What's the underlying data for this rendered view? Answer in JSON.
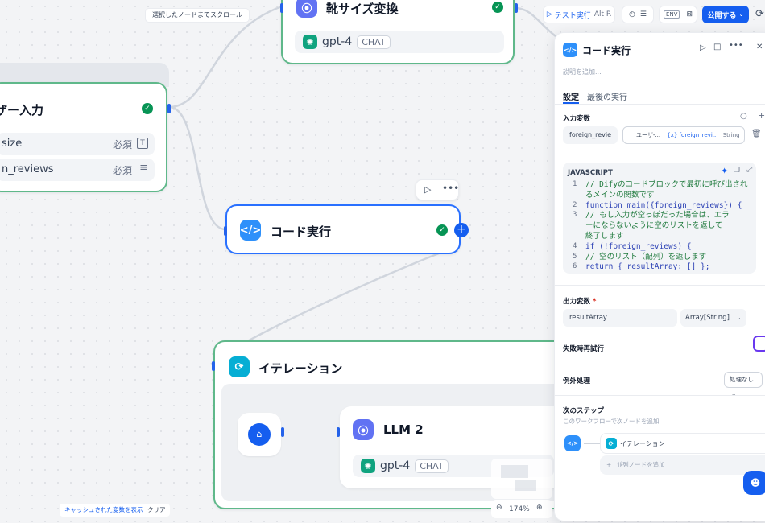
{
  "canvas": {
    "scroll_hint": "選択したノードまでスクロール",
    "cached_vars": "キャッシュされた変数を表示",
    "clear": "クリア",
    "zoom": "174%"
  },
  "topbar": {
    "test_run": "テスト実行",
    "shortcut": "Alt R",
    "env": "ENV",
    "publish": "公開する"
  },
  "nodes": {
    "shoe": {
      "title": "靴サイズ変換",
      "model": "gpt-4",
      "mode": "CHAT"
    },
    "user_input": {
      "title": "ザー入力",
      "vars": [
        {
          "name": "size",
          "required": "必須",
          "type_icon": "T"
        },
        {
          "name": "n_reviews",
          "required": "必須",
          "type_icon": "≡"
        }
      ]
    },
    "code": {
      "title": "コード実行"
    },
    "iteration": {
      "title": "イテレーション"
    },
    "llm2": {
      "title": "LLM 2",
      "model": "gpt-4",
      "mode": "CHAT"
    }
  },
  "panel": {
    "title": "コード実行",
    "desc_placeholder": "説明を追加...",
    "tabs": [
      "設定",
      "最後の実行"
    ],
    "input_label": "入力変数",
    "input_var": {
      "name": "foreiqn_revie",
      "source": "ユーザ-...",
      "var": "{x} foreign_revi...",
      "type": "String"
    },
    "lang": "JAVASCRIPT",
    "code_lines": [
      {
        "n": "1",
        "text": "// Difyのコードブロックで最初に呼び出され",
        "cls": "cm"
      },
      {
        "n": "",
        "text": "るメインの関数です",
        "cls": "cm"
      },
      {
        "n": "2",
        "text": "function main({foreign_reviews}) {",
        "cls": "kw"
      },
      {
        "n": "3",
        "text": "  // もし入力が空っぽだった場合は、エラ",
        "cls": "cm"
      },
      {
        "n": "",
        "text": "  ーにならないように空のリストを返して",
        "cls": "cm"
      },
      {
        "n": "",
        "text": "  終了します",
        "cls": "cm"
      },
      {
        "n": "4",
        "text": "  if (!foreign_reviews) {",
        "cls": "kw"
      },
      {
        "n": "5",
        "text": "    // 空のリスト（配列）を返します",
        "cls": "cm"
      },
      {
        "n": "6",
        "text": "    return { resultArray: [] };",
        "cls": "kw"
      }
    ],
    "output_label": "出力変数",
    "output_req": "*",
    "output_var": {
      "name": "resultArray",
      "type": "Array[String]"
    },
    "retry_label": "失敗時再試行",
    "error_label": "例外処理",
    "error_value": "処理なし",
    "next_label": "次のステップ",
    "next_desc": "このワークフローで次ノードを追加",
    "next_node": "イテレーション",
    "add_parallel": "並列ノードを追加"
  },
  "colors": {
    "accent": "#155eef",
    "green": "#079455",
    "node_border": "#5fb88a"
  }
}
